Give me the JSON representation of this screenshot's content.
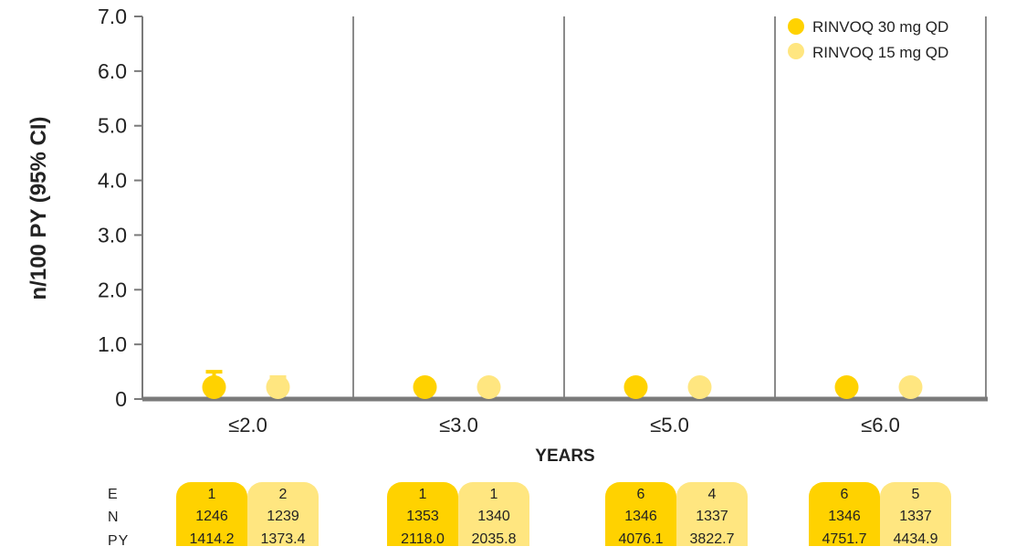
{
  "colors": {
    "rinvoq30": "#FFD200",
    "rinvoq15": "#FFE680",
    "axis": "#7a7a7a",
    "divider": "#8a8a8a"
  },
  "table": {
    "row_labels": [
      "E",
      "N",
      "PY"
    ],
    "groups": [
      {
        "cells": [
          {
            "E": "1",
            "N": "1246",
            "PY": "1414.2"
          },
          {
            "E": "2",
            "N": "1239",
            "PY": "1373.4"
          }
        ]
      },
      {
        "cells": [
          {
            "E": "1",
            "N": "1353",
            "PY": "2118.0"
          },
          {
            "E": "1",
            "N": "1340",
            "PY": "2035.8"
          }
        ]
      },
      {
        "cells": [
          {
            "E": "6",
            "N": "1346",
            "PY": "4076.1"
          },
          {
            "E": "4",
            "N": "1337",
            "PY": "3822.7"
          }
        ]
      },
      {
        "cells": [
          {
            "E": "6",
            "N": "1346",
            "PY": "4751.7"
          },
          {
            "E": "5",
            "N": "1337",
            "PY": "4434.9"
          }
        ]
      }
    ]
  },
  "chart_data": {
    "type": "scatter",
    "title": "",
    "xlabel": "YEARS",
    "ylabel": "n/100 PY (95% CI)",
    "categories": [
      "≤2.0",
      "≤3.0",
      "≤5.0",
      "≤6.0"
    ],
    "ylim": [
      0,
      7.0
    ],
    "yticks": [
      "0",
      "1.0",
      "2.0",
      "3.0",
      "4.0",
      "5.0",
      "6.0",
      "7.0"
    ],
    "legend_position": "top-right",
    "grid": false,
    "series": [
      {
        "name": "RINVOQ 30 mg QD",
        "color": "#FFD200",
        "values": [
          0.07,
          0.05,
          0.15,
          0.13
        ],
        "ci_upper": [
          0.5,
          0.3,
          null,
          null
        ]
      },
      {
        "name": "RINVOQ 15 mg QD",
        "color": "#FFE680",
        "values": [
          0.15,
          0.05,
          0.1,
          0.11
        ],
        "ci_upper": [
          0.4,
          null,
          null,
          null
        ]
      }
    ]
  }
}
